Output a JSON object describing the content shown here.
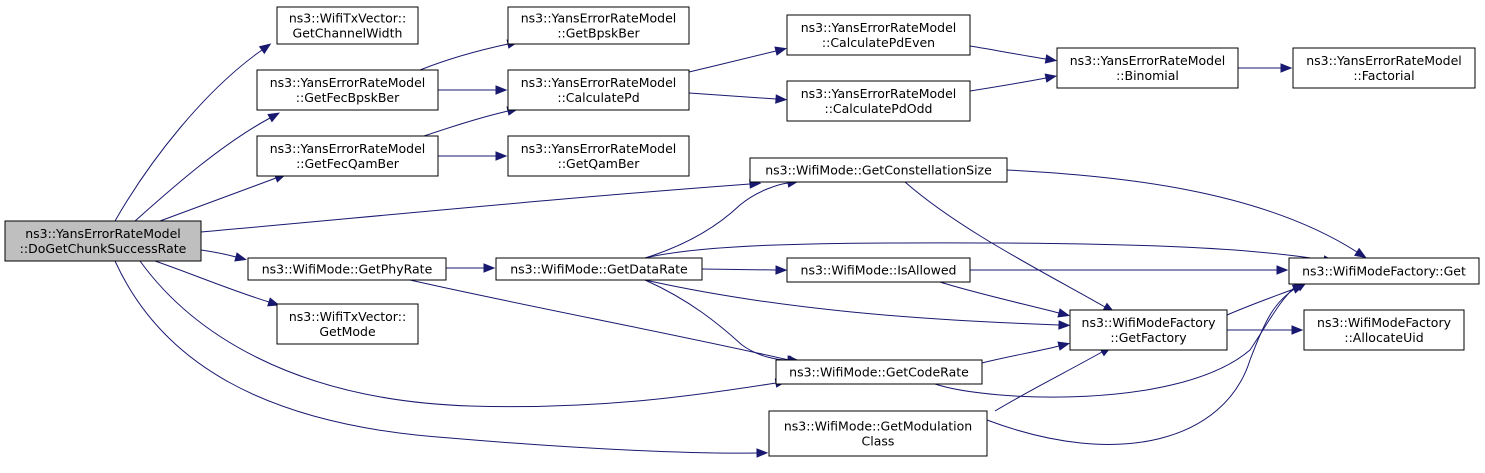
{
  "graph": {
    "kind": "call-graph",
    "colors": {
      "edge": "#191970",
      "node_fill": "#ffffff",
      "root_fill": "#bfbfbf",
      "node_border": "#000000"
    },
    "nodes": [
      {
        "id": "root",
        "line1": "ns3::YansErrorRateModel",
        "line2": "::DoGetChunkSuccessRate",
        "highlight": true
      },
      {
        "id": "gcw",
        "line1": "ns3::WifiTxVector::",
        "line2": "GetChannelWidth"
      },
      {
        "id": "gfbb",
        "line1": "ns3::YansErrorRateModel",
        "line2": "::GetFecBpskBer"
      },
      {
        "id": "gfqb",
        "line1": "ns3::YansErrorRateModel",
        "line2": "::GetFecQamBer"
      },
      {
        "id": "gpr",
        "line1": "ns3::WifiMode::GetPhyRate",
        "line2": ""
      },
      {
        "id": "gmode",
        "line1": "ns3::WifiTxVector::",
        "line2": "GetMode"
      },
      {
        "id": "gbb",
        "line1": "ns3::YansErrorRateModel",
        "line2": "::GetBpskBer"
      },
      {
        "id": "cpd",
        "line1": "ns3::YansErrorRateModel",
        "line2": "::CalculatePd"
      },
      {
        "id": "gqb",
        "line1": "ns3::YansErrorRateModel",
        "line2": "::GetQamBer"
      },
      {
        "id": "gdr",
        "line1": "ns3::WifiMode::GetDataRate",
        "line2": ""
      },
      {
        "id": "cpde",
        "line1": "ns3::YansErrorRateModel",
        "line2": "::CalculatePdEven"
      },
      {
        "id": "cpdo",
        "line1": "ns3::YansErrorRateModel",
        "line2": "::CalculatePdOdd"
      },
      {
        "id": "gcs",
        "line1": "ns3::WifiMode::GetConstellationSize",
        "line2": ""
      },
      {
        "id": "isa",
        "line1": "ns3::WifiMode::IsAllowed",
        "line2": ""
      },
      {
        "id": "gcr",
        "line1": "ns3::WifiMode::GetCodeRate",
        "line2": ""
      },
      {
        "id": "gmc",
        "line1": "ns3::WifiMode::GetModulation",
        "line2": "Class"
      },
      {
        "id": "bin",
        "line1": "ns3::YansErrorRateModel",
        "line2": "::Binomial"
      },
      {
        "id": "fac",
        "line1": "ns3::YansErrorRateModel",
        "line2": "::Factorial"
      },
      {
        "id": "wmfg",
        "line1": "ns3::WifiModeFactory::Get",
        "line2": ""
      },
      {
        "id": "wmfgf",
        "line1": "ns3::WifiModeFactory",
        "line2": "::GetFactory"
      },
      {
        "id": "wmfau",
        "line1": "ns3::WifiModeFactory",
        "line2": "::AllocateUid"
      }
    ],
    "edges": [
      {
        "from": "root",
        "to": "gcw"
      },
      {
        "from": "root",
        "to": "gfbb"
      },
      {
        "from": "root",
        "to": "gfqb"
      },
      {
        "from": "root",
        "to": "gcs"
      },
      {
        "from": "root",
        "to": "gpr"
      },
      {
        "from": "root",
        "to": "gmode"
      },
      {
        "from": "root",
        "to": "gcr"
      },
      {
        "from": "root",
        "to": "gmc"
      },
      {
        "from": "gfbb",
        "to": "gbb"
      },
      {
        "from": "gfbb",
        "to": "cpd"
      },
      {
        "from": "gfqb",
        "to": "cpd"
      },
      {
        "from": "gfqb",
        "to": "gqb"
      },
      {
        "from": "cpd",
        "to": "cpde"
      },
      {
        "from": "cpd",
        "to": "cpdo"
      },
      {
        "from": "cpde",
        "to": "bin"
      },
      {
        "from": "cpdo",
        "to": "bin"
      },
      {
        "from": "bin",
        "to": "fac"
      },
      {
        "from": "gpr",
        "to": "gdr"
      },
      {
        "from": "gpr",
        "to": "gcr"
      },
      {
        "from": "gdr",
        "to": "gcs"
      },
      {
        "from": "gdr",
        "to": "wmfg"
      },
      {
        "from": "gdr",
        "to": "isa"
      },
      {
        "from": "gdr",
        "to": "wmfgf"
      },
      {
        "from": "gdr",
        "to": "gcr"
      },
      {
        "from": "gcs",
        "to": "wmfg"
      },
      {
        "from": "gcs",
        "to": "wmfgf"
      },
      {
        "from": "isa",
        "to": "wmfg"
      },
      {
        "from": "isa",
        "to": "wmfgf"
      },
      {
        "from": "gcr",
        "to": "wmfgf"
      },
      {
        "from": "gcr",
        "to": "wmfg"
      },
      {
        "from": "gmc",
        "to": "wmfgf"
      },
      {
        "from": "gmc",
        "to": "wmfg"
      },
      {
        "from": "wmfgf",
        "to": "wmfg"
      },
      {
        "from": "wmfgf",
        "to": "wmfau"
      }
    ]
  }
}
